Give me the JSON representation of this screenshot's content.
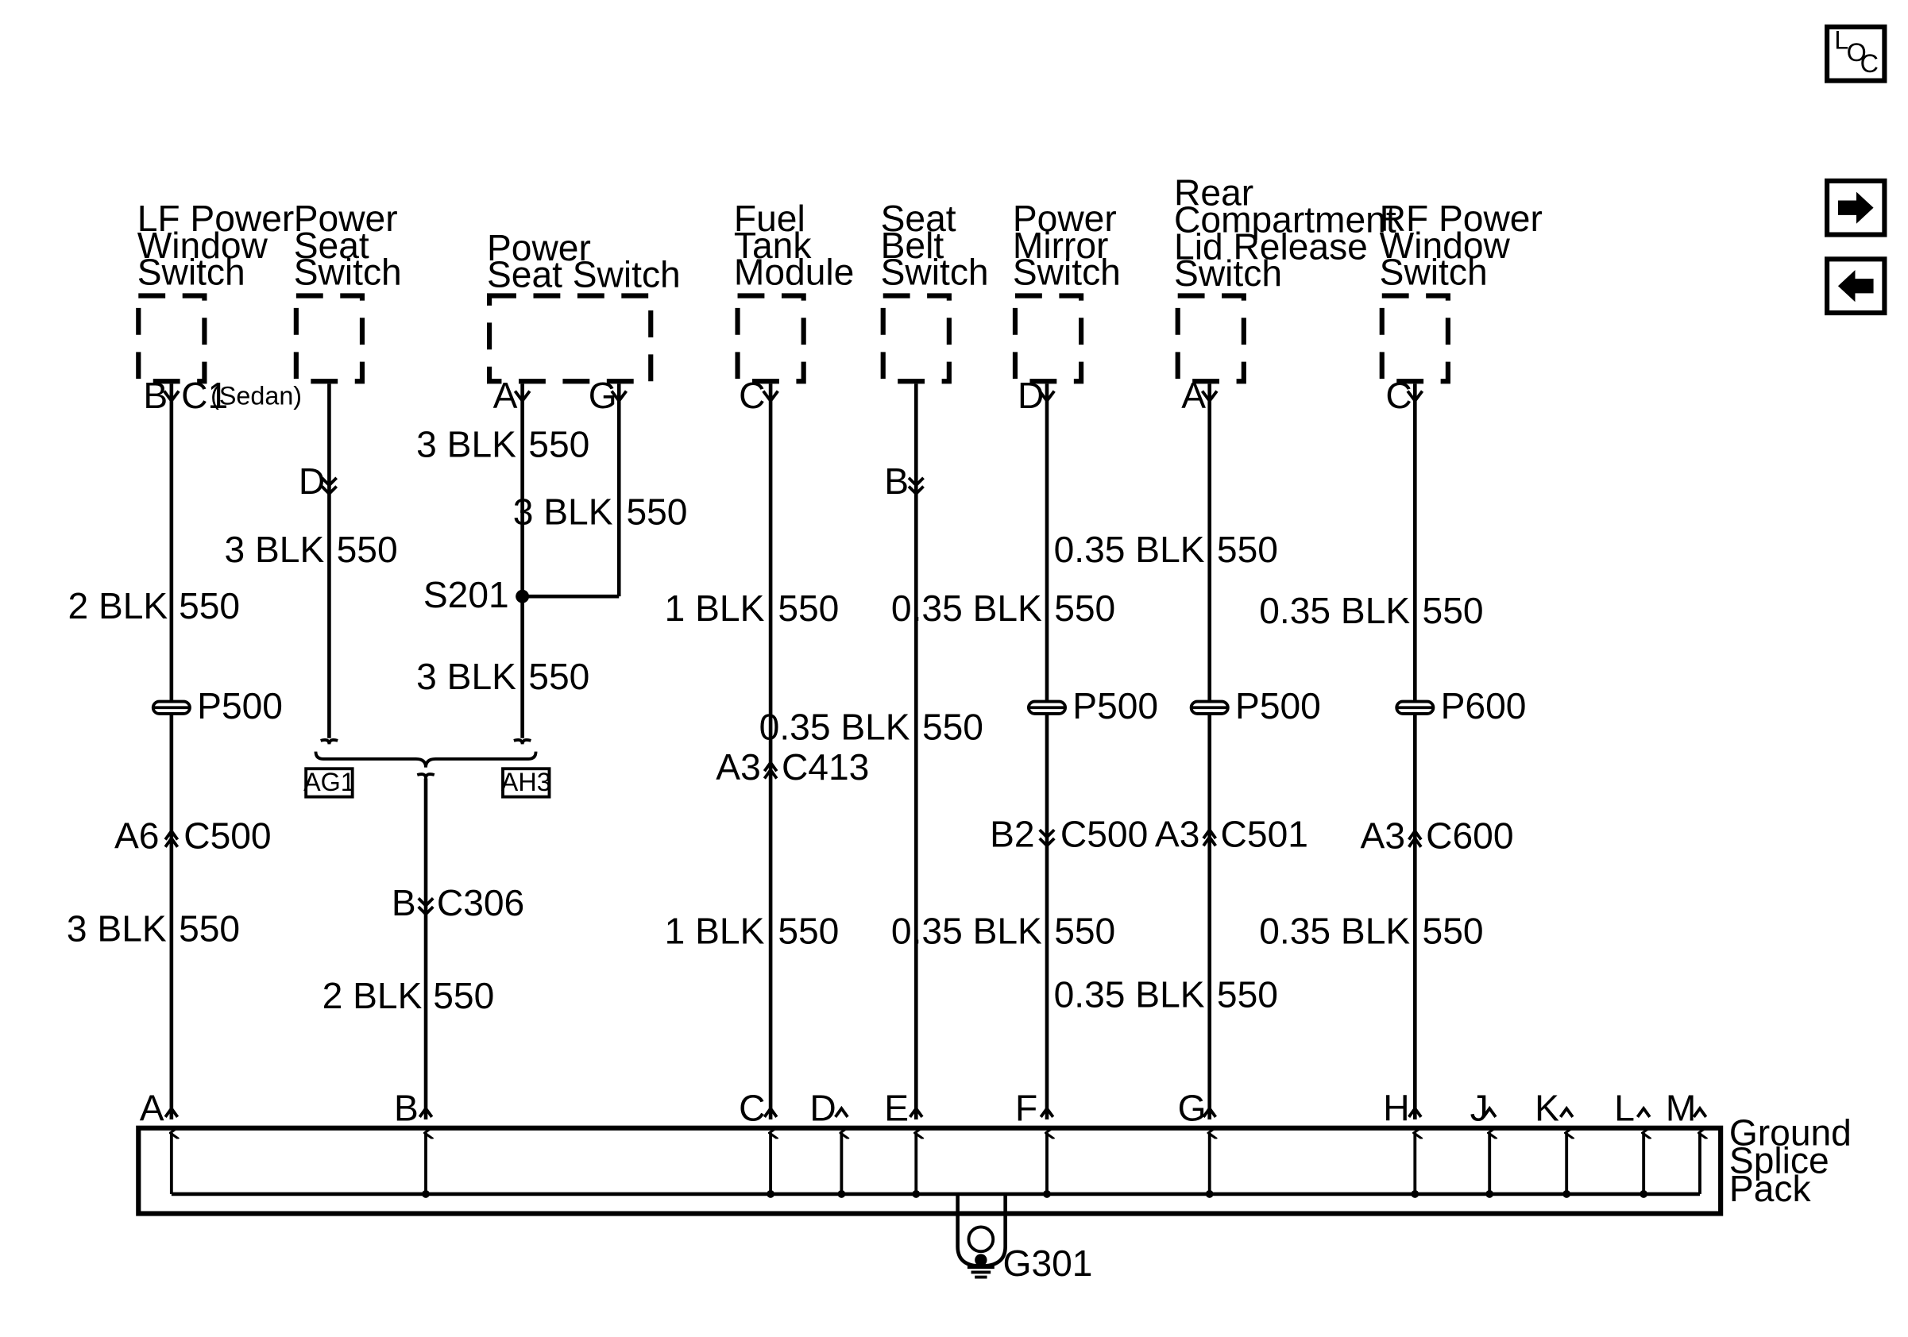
{
  "nav": {
    "loc_icon": "loc-icon",
    "next_icon": "arrow-right-icon",
    "prev_icon": "arrow-left-icon",
    "loc_L": "L",
    "loc_O": "O",
    "loc_C": "C"
  },
  "components": {
    "lf_window": [
      "LF Power",
      "Window",
      "Switch"
    ],
    "power_seat_1": [
      "Power",
      "Seat",
      "Switch"
    ],
    "power_seat_2": [
      "Power",
      "Seat Switch"
    ],
    "fuel_tank": [
      "Fuel",
      "Tank",
      "Module"
    ],
    "seat_belt": [
      "Seat",
      "Belt",
      "Switch"
    ],
    "power_mirror": [
      "Power",
      "Mirror",
      "Switch"
    ],
    "rear_lid": [
      "Rear",
      "Compartment",
      "Lid Release",
      "Switch"
    ],
    "rf_window": [
      "RF Power",
      "Window",
      "Switch"
    ]
  },
  "pins": {
    "lf_b": "B",
    "lf_c1": "C1",
    "lf_sedan": "(Sedan)",
    "ps2_a": "A",
    "ps2_g": "G",
    "fuel_c": "C",
    "mirror_d": "D",
    "lid_a": "A",
    "rf_c": "C",
    "ps1_d": "D",
    "belt_b": "B"
  },
  "wires": {
    "w_lf1": [
      "2 BLK",
      "550"
    ],
    "w_lf2": [
      "3 BLK",
      "550"
    ],
    "w_ps1": [
      "3 BLK",
      "550"
    ],
    "w_ps2a": [
      "3 BLK",
      "550"
    ],
    "w_ps2g": [
      "3 BLK",
      "550"
    ],
    "w_ps2b": [
      "3 BLK",
      "550"
    ],
    "w_c306": [
      "2 BLK",
      "550"
    ],
    "w_fuel1": [
      "1 BLK",
      "550"
    ],
    "w_fuel2": [
      "1 BLK",
      "550"
    ],
    "w_belt": [
      "0.35 BLK",
      "550"
    ],
    "w_mir1": [
      "0.35 BLK",
      "550"
    ],
    "w_mir2": [
      "0.35 BLK",
      "550"
    ],
    "w_lid1": [
      "0.35 BLK",
      "550"
    ],
    "w_lid2": [
      "0.35 BLK",
      "550"
    ],
    "w_rf1": [
      "0.35 BLK",
      "550"
    ],
    "w_rf2": [
      "0.35 BLK",
      "550"
    ]
  },
  "splice": "S201",
  "passthroughs": {
    "lf": "P500",
    "mir": "P500",
    "lid": "P500",
    "rf": "P600"
  },
  "connectors": {
    "lf": [
      "A6",
      "C500"
    ],
    "c306": [
      "B",
      "C306"
    ],
    "fuel": [
      "A3",
      "C413"
    ],
    "mir": [
      "B2",
      "C500"
    ],
    "lid": [
      "A3",
      "C501"
    ],
    "rf": [
      "A3",
      "C600"
    ]
  },
  "tags": {
    "ag1": "AG1",
    "ah3": "AH3"
  },
  "pack_pins": [
    "A",
    "B",
    "C",
    "D",
    "E",
    "F",
    "G",
    "H",
    "J",
    "K",
    "L",
    "M"
  ],
  "ground_splice_pack": [
    "Ground",
    "Splice",
    "Pack"
  ],
  "ground": "G301"
}
